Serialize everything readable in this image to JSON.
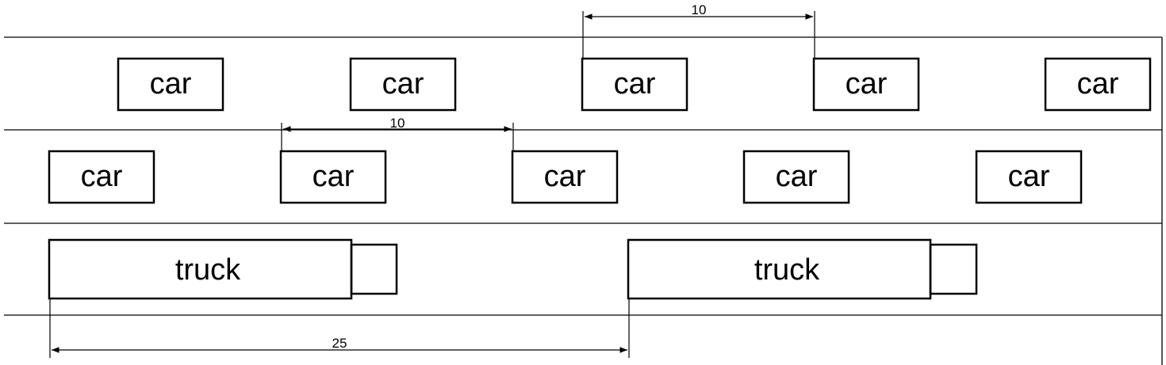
{
  "lanes": [
    {
      "vehicles": [
        "car",
        "car",
        "car",
        "car",
        "car"
      ]
    },
    {
      "vehicles": [
        "car",
        "car",
        "car",
        "car",
        "car"
      ]
    },
    {
      "vehicles": [
        "truck",
        "truck"
      ]
    }
  ],
  "dimensions": [
    {
      "label": "10"
    },
    {
      "label": "10"
    },
    {
      "label": "25"
    }
  ],
  "colors": {
    "stroke": "#000000",
    "background": "#ffffff"
  }
}
